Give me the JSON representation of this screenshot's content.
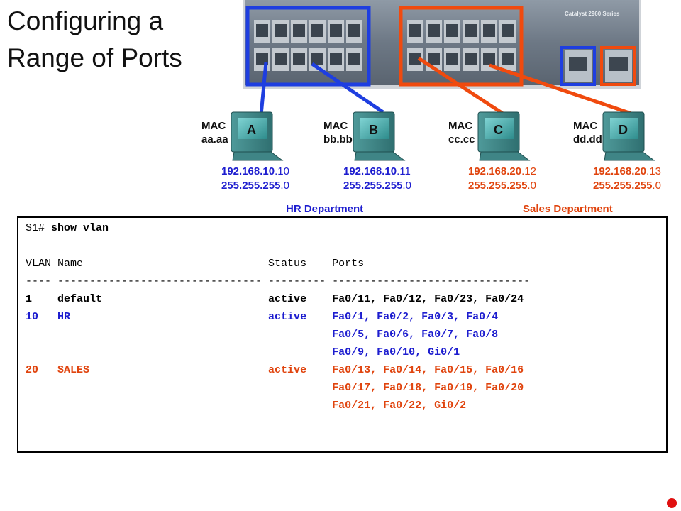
{
  "title": {
    "line1": "Configuring a",
    "line2": "Range of Ports"
  },
  "switch": {
    "model_label": "Catalyst 2960 Series"
  },
  "colors": {
    "hr": "#1e3ee0",
    "sales": "#f04a0e",
    "hr_text": "#1d1dcf",
    "sales_text": "#e0440e"
  },
  "pcs": [
    {
      "letter": "A",
      "mac_label": "MAC",
      "mac": "aa.aa",
      "ip_net": "192.168.10",
      "ip_host": ".10",
      "mask_net": "255.255.255",
      "mask_host": ".0",
      "dept": "hr"
    },
    {
      "letter": "B",
      "mac_label": "MAC",
      "mac": "bb.bb",
      "ip_net": "192.168.10",
      "ip_host": ".11",
      "mask_net": "255.255.255",
      "mask_host": ".0",
      "dept": "hr"
    },
    {
      "letter": "C",
      "mac_label": "MAC",
      "mac": "cc.cc",
      "ip_net": "192.168.20",
      "ip_host": ".12",
      "mask_net": "255.255.255",
      "mask_host": ".0",
      "dept": "sales"
    },
    {
      "letter": "D",
      "mac_label": "MAC",
      "mac": "dd.dd",
      "ip_net": "192.168.20",
      "ip_host": ".13",
      "mask_net": "255.255.255",
      "mask_host": ".0",
      "dept": "sales"
    }
  ],
  "departments": {
    "hr": "HR Department",
    "sales": "Sales Department"
  },
  "terminal": {
    "prompt": "S1# ",
    "command": "show vlan",
    "header": "VLAN Name                             Status    Ports",
    "separator": "---- -------------------------------- --------- -------------------------------",
    "rows": [
      {
        "text": "1    default                          active    Fa0/11, Fa0/12, Fa0/23, Fa0/24",
        "style": "default"
      },
      {
        "text": "10   HR                               active    Fa0/1, Fa0/2, Fa0/3, Fa0/4",
        "style": "hr"
      },
      {
        "text": "                                                Fa0/5, Fa0/6, Fa0/7, Fa0/8",
        "style": "hr"
      },
      {
        "text": "                                                Fa0/9, Fa0/10, Gi0/1",
        "style": "hr"
      },
      {
        "text": "20   SALES                            active    Fa0/13, Fa0/14, Fa0/15, Fa0/16",
        "style": "sales"
      },
      {
        "text": "                                                Fa0/17, Fa0/18, Fa0/19, Fa0/20",
        "style": "sales"
      },
      {
        "text": "                                                Fa0/21, Fa0/22, Gi0/2",
        "style": "sales"
      }
    ]
  }
}
